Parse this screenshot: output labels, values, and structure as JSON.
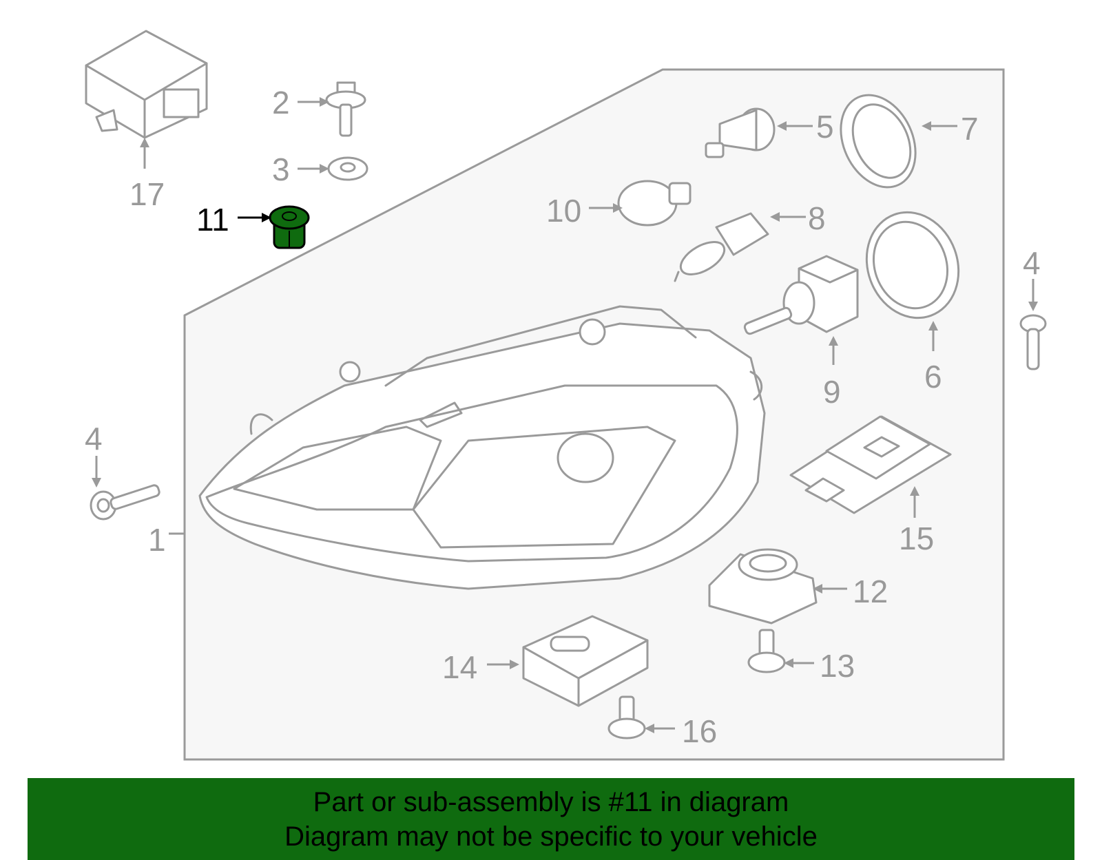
{
  "diagram": {
    "callouts": {
      "c1": "1",
      "c2": "2",
      "c3": "3",
      "c4a": "4",
      "c4b": "4",
      "c5": "5",
      "c6": "6",
      "c7": "7",
      "c8": "8",
      "c9": "9",
      "c10": "10",
      "c11": "11",
      "c12": "12",
      "c13": "13",
      "c14": "14",
      "c15": "15",
      "c16": "16",
      "c17": "17"
    },
    "highlight_color": "#0f6b0f",
    "highlighted_part": "11"
  },
  "banner": {
    "line1": "Part or sub-assembly is #11 in diagram",
    "line2": "Diagram may not be specific to your vehicle",
    "background": "#0f6b0f"
  }
}
